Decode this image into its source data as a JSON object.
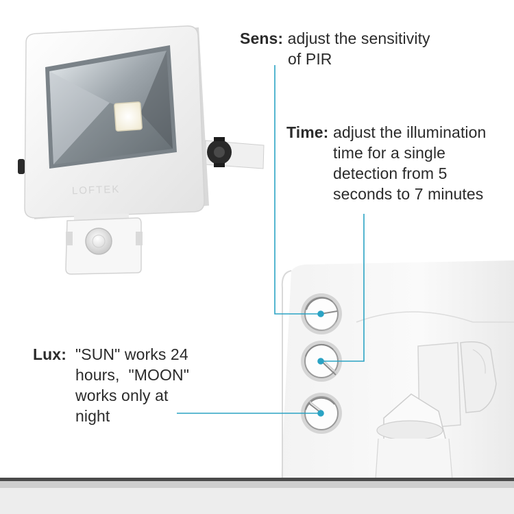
{
  "annotations": {
    "sens": {
      "key": "Sens:",
      "lines": [
        "adjust the sensitivity",
        "of PIR"
      ]
    },
    "time": {
      "key": "Time:",
      "lines": [
        "adjust the illumination",
        "time for a single",
        "detection from 5",
        "seconds to 7 minutes"
      ]
    },
    "lux": {
      "key": "Lux:",
      "lines": [
        "\"SUN\" works 24",
        "hours,  \"MOON\"",
        "works only at",
        "night"
      ]
    }
  },
  "brand_mark": "LOFTEK",
  "colors": {
    "leader_line": "#2aa3c4",
    "text": "#2b2b2b",
    "housing": "#f4f4f4",
    "led_chip": "#fff9e6"
  },
  "icons": [
    "floodlight",
    "pir-sensor",
    "mounting-knob",
    "control-dial-sens",
    "control-dial-time",
    "control-dial-lux"
  ]
}
